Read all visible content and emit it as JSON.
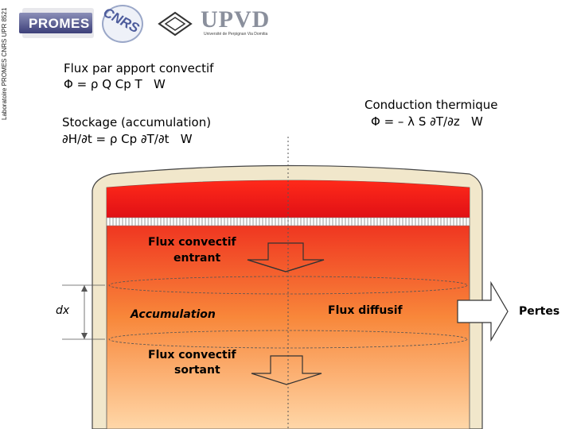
{
  "header": {
    "side_label": "Laboratoire PROMES CNRS UPR 8521",
    "logo_promes": "PROMES",
    "logo_cnrs": "CNRS",
    "logo_upvd": "UPVD",
    "logo_upvd_sub": "Université de Perpignan Via Domitia"
  },
  "labels": {
    "convective_title": "Flux par apport convectif",
    "convective_eq": "Φ = ρ Q Cp T   W",
    "storage_title": "Stockage (accumulation)",
    "storage_eq": "∂H/∂t = ρ Cp ∂T/∂t   W",
    "conduction_title": "Conduction thermique",
    "conduction_eq": "Φ = – λ S ∂T/∂z   W",
    "flux_in_line1": "Flux convectif",
    "flux_in_line2": "entrant",
    "dx": "dx",
    "accumulation": "Accumulation",
    "flux_diffusif": "Flux diffusif",
    "pertes": "Pertes",
    "flux_out_line1": "Flux convectif",
    "flux_out_line2": "sortant"
  },
  "colors": {
    "hot_top": "#e8101a",
    "mid": "#f56a2a",
    "bottom": "#ffcf9a",
    "wall": "#efe4c8"
  }
}
